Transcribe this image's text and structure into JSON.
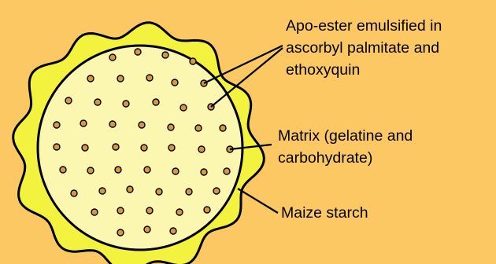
{
  "diagram": {
    "colors": {
      "background": "#FBC863",
      "starch": "#F3F23E",
      "matrix": "#FBF6B0",
      "droplet": "#D59A3F",
      "outline": "#000000"
    },
    "labels": {
      "apo_ester": [
        "Apo-ester emulsified in",
        "ascorbyl palmitate and",
        "ethoxyquin"
      ],
      "matrix": [
        "Matrix (gelatine and",
        "carbohydrate)"
      ],
      "starch": [
        "Maize starch"
      ]
    }
  }
}
